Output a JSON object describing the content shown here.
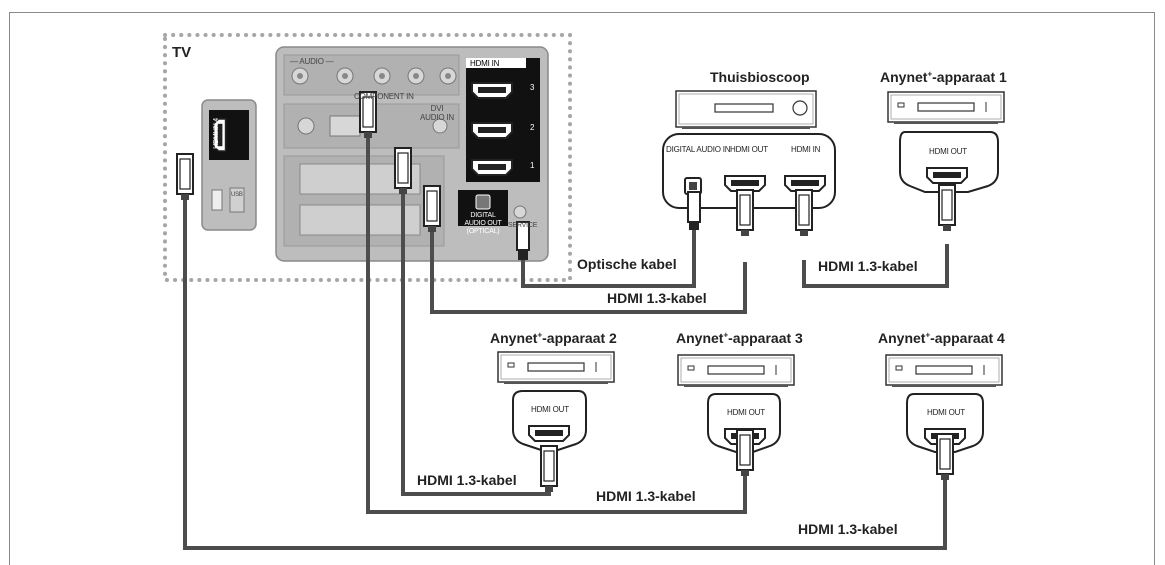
{
  "tv": {
    "label": "TV",
    "panel_labels": {
      "audio": "— AUDIO —",
      "component_in": "COMPONENT IN",
      "hdmi_in": "HDMI IN",
      "hdmi_in4": "HDMI IN 4",
      "dvi_audio_in": "DVI AUDIO IN",
      "digital_audio_out": "DIGITAL AUDIO OUT (OPTICAL)",
      "port_3": "3",
      "port_2": "2",
      "port_1": "1",
      "service": "SERVICE",
      "usb": "USB"
    }
  },
  "devices": {
    "home_theater": {
      "title": "Thuisbioscoop",
      "ports": [
        "DIGITAL AUDIO IN",
        "HDMI OUT",
        "HDMI IN"
      ]
    },
    "anynet1": {
      "title_base": "Anynet",
      "title_sup": "+",
      "title_rest": "-apparaat 1",
      "port": "HDMI OUT"
    },
    "anynet2": {
      "title_base": "Anynet",
      "title_sup": "+",
      "title_rest": "-apparaat 2",
      "port": "HDMI OUT"
    },
    "anynet3": {
      "title_base": "Anynet",
      "title_sup": "+",
      "title_rest": "-apparaat 3",
      "port": "HDMI OUT"
    },
    "anynet4": {
      "title_base": "Anynet",
      "title_sup": "+",
      "title_rest": "-apparaat 4",
      "port": "HDMI OUT"
    }
  },
  "cables": {
    "optical": "Optische kabel",
    "hdmi_ht_in": "HDMI 1.3-kabel",
    "hdmi_ht_out": "HDMI 1.3-kabel",
    "hdmi_dev2": "HDMI 1.3-kabel",
    "hdmi_dev3": "HDMI 1.3-kabel",
    "hdmi_dev4": "HDMI 1.3-kabel"
  }
}
